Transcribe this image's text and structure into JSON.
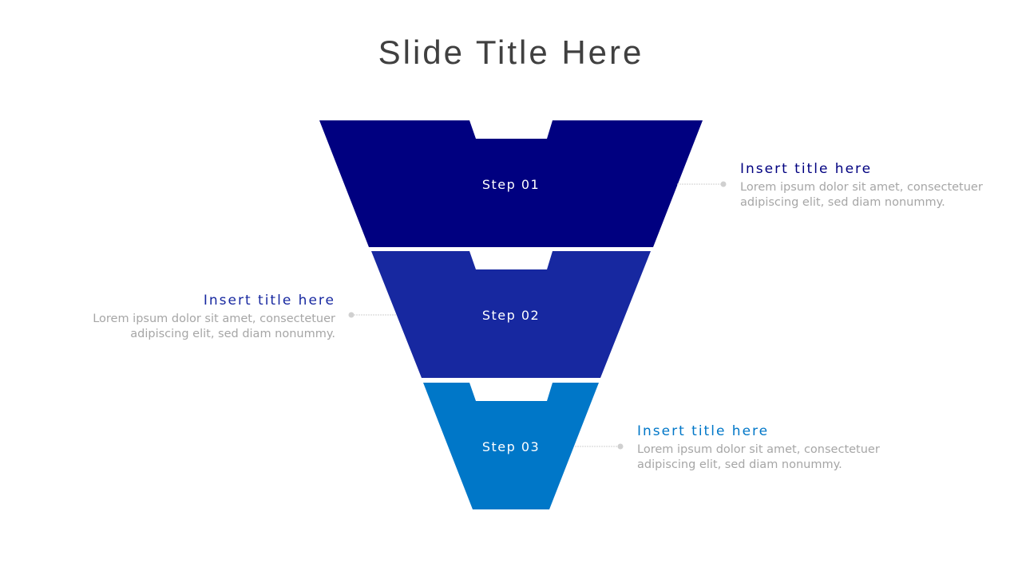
{
  "slide": {
    "title": "Slide Title Here"
  },
  "colors": {
    "step1": "#000080",
    "step2": "#1728a0",
    "step3": "#0077c8",
    "connector": "#d0d0d0",
    "body_text": "#a6a6a6",
    "title_text": "#404040"
  },
  "steps": [
    {
      "label": "Step 01",
      "callout": {
        "title": "Insert title here",
        "line1": "Lorem ipsum dolor sit amet, consectetuer",
        "line2": "adipiscing elit, sed diam nonummy.",
        "side": "right"
      }
    },
    {
      "label": "Step 02",
      "callout": {
        "title": "Insert title here",
        "line1": "Lorem ipsum dolor sit amet, consectetuer",
        "line2": "adipiscing elit, sed diam nonummy.",
        "side": "left"
      }
    },
    {
      "label": "Step 03",
      "callout": {
        "title": "Insert title here",
        "line1": "Lorem ipsum dolor sit amet, consectetuer",
        "line2": "adipiscing elit, sed diam nonummy.",
        "side": "right"
      }
    }
  ]
}
